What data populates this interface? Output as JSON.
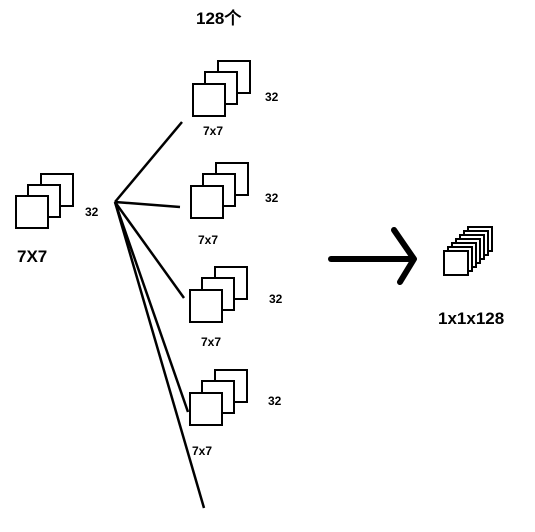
{
  "diagram": {
    "top_label": "128个",
    "input": {
      "size_label": "7X7",
      "depth_label": "32"
    },
    "branches": [
      {
        "size_label": "7x7",
        "depth_label": "32"
      },
      {
        "size_label": "7x7",
        "depth_label": "32"
      },
      {
        "size_label": "7x7",
        "depth_label": "32"
      },
      {
        "size_label": "7x7",
        "depth_label": "32"
      }
    ],
    "output": {
      "size_label": "1x1x128"
    }
  }
}
